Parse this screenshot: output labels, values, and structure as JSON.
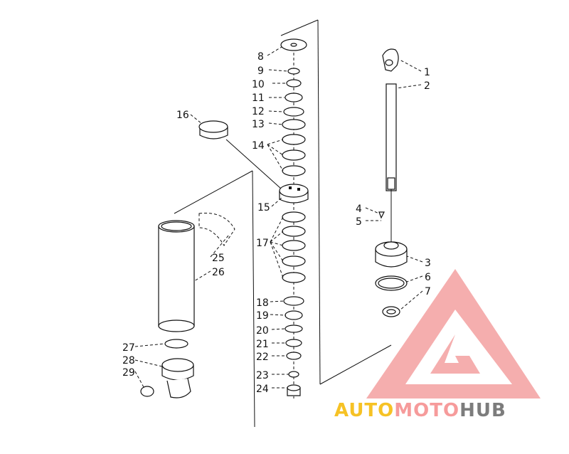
{
  "labels": [
    "1",
    "2",
    "3",
    "4",
    "5",
    "6",
    "7",
    "8",
    "9",
    "10",
    "11",
    "12",
    "13",
    "14",
    "15",
    "16",
    "17",
    "18",
    "19",
    "20",
    "21",
    "22",
    "23",
    "24",
    "25",
    "26",
    "27",
    "28",
    "29"
  ],
  "watermark": {
    "part1": "AUTO",
    "part2": "MOTO",
    "part3": "HUB",
    "color1": "#f5b800",
    "color2": "#f58a8a",
    "color3": "#666666"
  }
}
